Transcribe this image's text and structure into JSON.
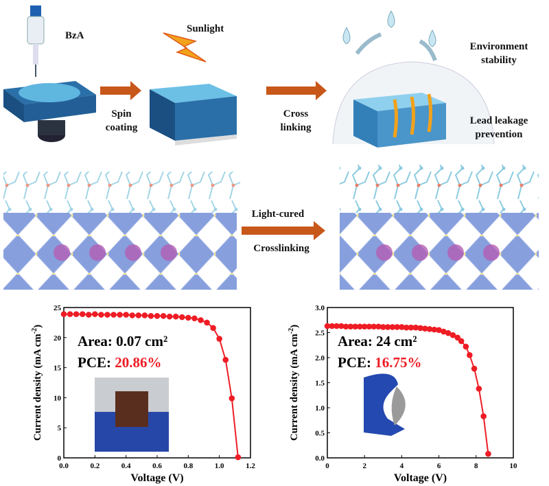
{
  "top": {
    "reagent": "BzA",
    "light": "Sunlight",
    "step1": [
      "Spin",
      "coating"
    ],
    "step2": [
      "Cross",
      "linking"
    ],
    "benefit1": [
      "Environment",
      "stability"
    ],
    "benefit2": [
      "Lead leakage",
      "prevention"
    ]
  },
  "middle": {
    "arrow_top": "Light-cured",
    "arrow_bottom": "Crosslinking"
  },
  "colors": {
    "curve": "#ee1c24",
    "arrow": "#c8571a",
    "block": "#2a6fa8"
  },
  "chart_data": [
    {
      "type": "line",
      "xlabel": "Voltage (V)",
      "ylabel": "Current density (mA cm",
      "ylabel_sup": "-2",
      "ylabel_close": ")",
      "xlim": [
        0,
        1.2
      ],
      "ylim": [
        0,
        25
      ],
      "xticks": [
        "0.0",
        "0.2",
        "0.4",
        "0.6",
        "0.8",
        "1.0",
        "1.2"
      ],
      "yticks": [
        "0",
        "5",
        "10",
        "15",
        "20",
        "25"
      ],
      "area_label": "Area: 0.07 cm²",
      "pce_label": "PCE: ",
      "pce_value": "20.86%",
      "x": [
        0,
        0.04,
        0.08,
        0.12,
        0.16,
        0.2,
        0.24,
        0.28,
        0.32,
        0.36,
        0.4,
        0.44,
        0.48,
        0.52,
        0.56,
        0.6,
        0.64,
        0.68,
        0.72,
        0.76,
        0.8,
        0.84,
        0.88,
        0.92,
        0.96,
        1.0,
        1.04,
        1.08,
        1.12
      ],
      "y": [
        23.9,
        23.9,
        23.9,
        23.9,
        23.8,
        23.9,
        23.8,
        23.8,
        23.8,
        23.8,
        23.8,
        23.7,
        23.7,
        23.7,
        23.6,
        23.6,
        23.6,
        23.5,
        23.5,
        23.4,
        23.3,
        23.2,
        22.9,
        22.5,
        21.6,
        19.8,
        16.3,
        9.9,
        0.1
      ]
    },
    {
      "type": "line",
      "xlabel": "Voltage (V)",
      "ylabel": "Current density (mA cm",
      "ylabel_sup": "-2",
      "ylabel_close": ")",
      "xlim": [
        0,
        10
      ],
      "ylim": [
        0,
        3.0
      ],
      "xticks": [
        "0",
        "2",
        "4",
        "6",
        "8",
        "10"
      ],
      "yticks": [
        "0.0",
        "0.5",
        "1.0",
        "1.5",
        "2.0",
        "2.5",
        "3.0"
      ],
      "area_label": "Area: 24 cm²",
      "pce_label": "PCE: ",
      "pce_value": "16.75%",
      "x": [
        0,
        0.25,
        0.5,
        0.75,
        1,
        1.25,
        1.5,
        1.75,
        2,
        2.25,
        2.5,
        2.75,
        3,
        3.25,
        3.5,
        3.75,
        4,
        4.25,
        4.5,
        4.75,
        5,
        5.25,
        5.5,
        5.75,
        6,
        6.25,
        6.5,
        6.75,
        7,
        7.2,
        7.45,
        7.65,
        7.9,
        8.15,
        8.4,
        8.65
      ],
      "y": [
        2.63,
        2.63,
        2.63,
        2.63,
        2.62,
        2.62,
        2.62,
        2.62,
        2.62,
        2.62,
        2.62,
        2.62,
        2.61,
        2.61,
        2.61,
        2.61,
        2.61,
        2.6,
        2.6,
        2.6,
        2.59,
        2.58,
        2.57,
        2.56,
        2.55,
        2.52,
        2.49,
        2.45,
        2.4,
        2.33,
        2.22,
        2.05,
        1.78,
        1.38,
        0.83,
        0.08
      ]
    }
  ]
}
